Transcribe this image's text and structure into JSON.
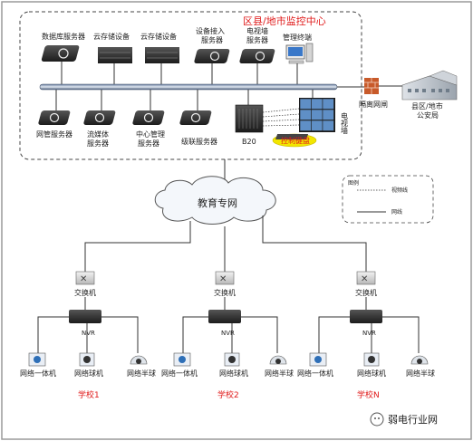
{
  "center": {
    "title": "区县/地市监控中心",
    "top_devices": [
      {
        "label_lines": [
          "数据库服务器"
        ],
        "icon": "server-icon"
      },
      {
        "label_lines": [
          "云存储设备"
        ],
        "icon": "storage-icon"
      },
      {
        "label_lines": [
          "云存储设备"
        ],
        "icon": "storage-icon"
      },
      {
        "label_lines": [
          "设备接入",
          "服务器"
        ],
        "icon": "server-icon"
      },
      {
        "label_lines": [
          "电视墙",
          "服务器"
        ],
        "icon": "server-icon"
      },
      {
        "label_lines": [
          "管理终端"
        ],
        "icon": "computer-icon"
      }
    ],
    "bottom_devices": [
      {
        "label_lines": [
          "网管服务器"
        ],
        "icon": "server-icon"
      },
      {
        "label_lines": [
          "流媒体",
          "服务器"
        ],
        "icon": "server-icon"
      },
      {
        "label_lines": [
          "中心管理",
          "服务器"
        ],
        "icon": "server-icon"
      },
      {
        "label_lines": [
          "级联服务器"
        ],
        "icon": "server-icon"
      }
    ],
    "b20_label": "B20",
    "keyboard_label": "控制键盘",
    "tvwall_label": "电视墙",
    "gateway_label": "隔离网闸",
    "police_label_lines": [
      "县区/地市",
      "公安局"
    ]
  },
  "network": {
    "cloud_label": "教育专网"
  },
  "legend": {
    "title": "图例",
    "video_line_label": "视频线",
    "network_line_label": "网线"
  },
  "schools": [
    {
      "name": "学校1",
      "switch_label": "交换机",
      "nvr_label": "NVR",
      "devices": [
        "网络一体机",
        "网络球机",
        "网络半球"
      ]
    },
    {
      "name": "学校2",
      "switch_label": "交换机",
      "nvr_label": "NVR",
      "devices": [
        "网络一体机",
        "网络球机",
        "网络半球"
      ]
    },
    {
      "name": "学校N",
      "switch_label": "交换机",
      "nvr_label": "NVR",
      "devices": [
        "网络一体机",
        "网络球机",
        "网络半球"
      ]
    }
  ],
  "watermark": "弱电行业网",
  "colors": {
    "accent_red": "#e01b1b",
    "device_dark": "#2b2b2b",
    "keyboard_yellow": "#f2e600",
    "frame_border": "#9a9a9a"
  }
}
